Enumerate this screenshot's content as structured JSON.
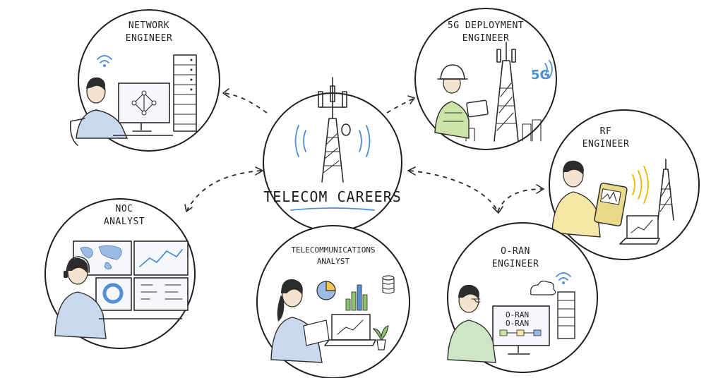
{
  "center": {
    "title": "TELECOM CAREERS"
  },
  "nodes": {
    "network_engineer": {
      "line1": "NETWORK",
      "line2": "ENGINEER"
    },
    "deployment_5g": {
      "line1": "5G DEPLOYMENT",
      "line2": "ENGINEER",
      "badge": "5G"
    },
    "rf_engineer": {
      "line1": "RF",
      "line2": "ENGINEER"
    },
    "noc_analyst": {
      "line1": "NOC",
      "line2": "ANALYST"
    },
    "telecom_analyst": {
      "line1": "TELECOMMUNICATIONS",
      "line2": "ANALYST"
    },
    "oran_engineer": {
      "line1": "O-RAN",
      "line2": "ENGINEER",
      "screen1": "O-RAN",
      "screen2": "O-RAN"
    }
  },
  "colors": {
    "ink": "#2b2b2b",
    "wave_blue": "#4f8fd6",
    "shirt_blue": "#c9d9ee",
    "vest_green": "#cde4a8",
    "shirt_yellow": "#f6e7a6",
    "shirt_green": "#cfe6c5"
  },
  "icons": [
    "cell-tower-icon",
    "wifi-icon",
    "server-rack-icon",
    "hard-hat-icon",
    "tablet-icon",
    "spectrum-analyzer-icon",
    "laptop-icon",
    "world-map-icon",
    "headset-icon",
    "pie-chart-icon",
    "bar-chart-icon",
    "database-icon",
    "cloud-icon",
    "plant-icon"
  ]
}
